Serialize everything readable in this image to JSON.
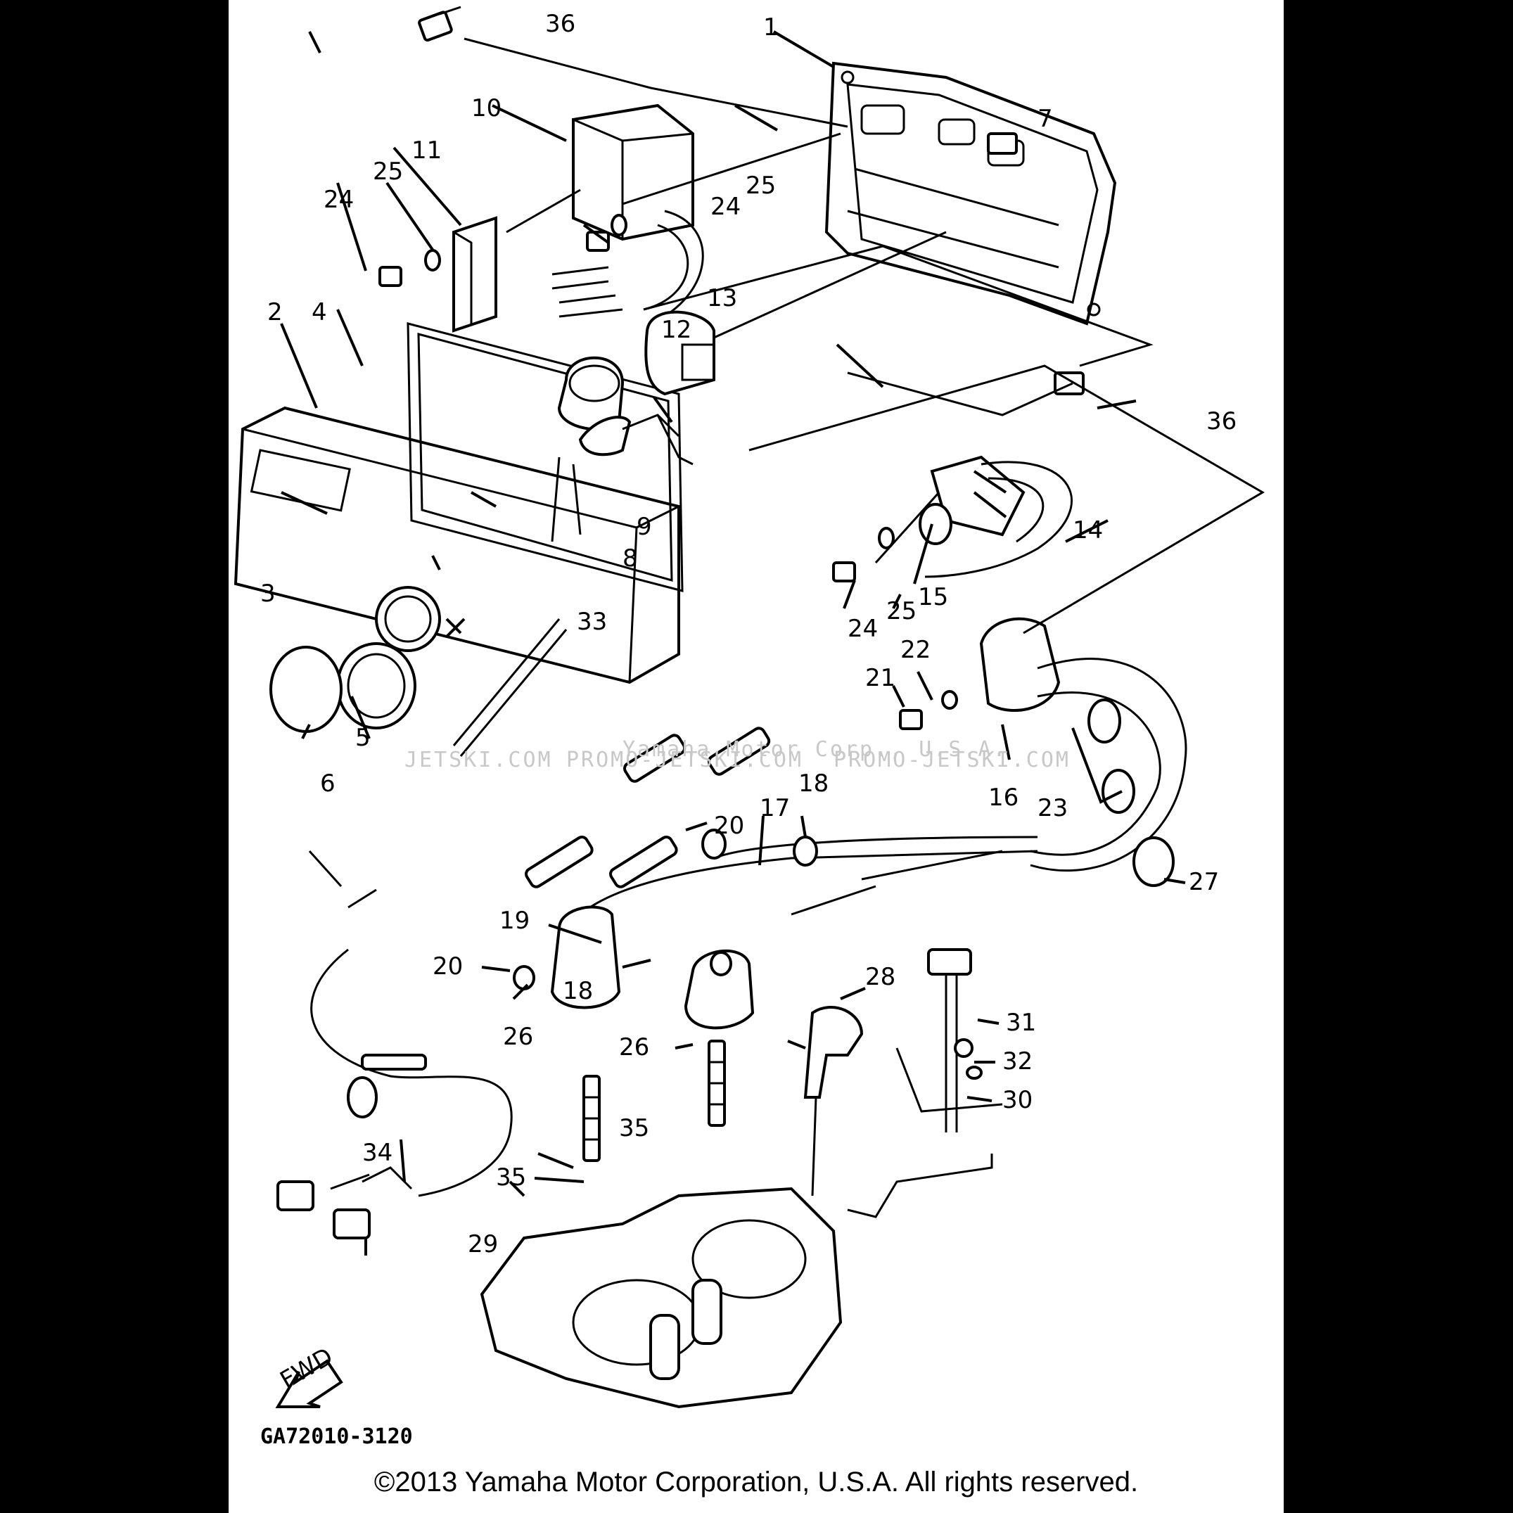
{
  "diagram": {
    "callouts": [
      "1",
      "2",
      "3",
      "4",
      "5",
      "6",
      "7",
      "8",
      "9",
      "10",
      "11",
      "12",
      "13",
      "14",
      "15",
      "16",
      "17",
      "18",
      "18",
      "19",
      "20",
      "20",
      "21",
      "22",
      "23",
      "24",
      "24",
      "24",
      "25",
      "25",
      "25",
      "26",
      "26",
      "27",
      "28",
      "29",
      "30",
      "31",
      "32",
      "33",
      "34",
      "35",
      "35",
      "36",
      "36"
    ],
    "fwd_label": "FWD",
    "watermarks": [
      "JETSKI.COM",
      "PROMO-JETSKI.COM",
      "Yamaha Motor Corp., U.S.A.",
      "PROMO-JETSKI.COM"
    ]
  },
  "footer": {
    "drawing_code": "GA72010-3120",
    "copyright": "©2013 Yamaha Motor Corporation, U.S.A. All rights reserved."
  }
}
